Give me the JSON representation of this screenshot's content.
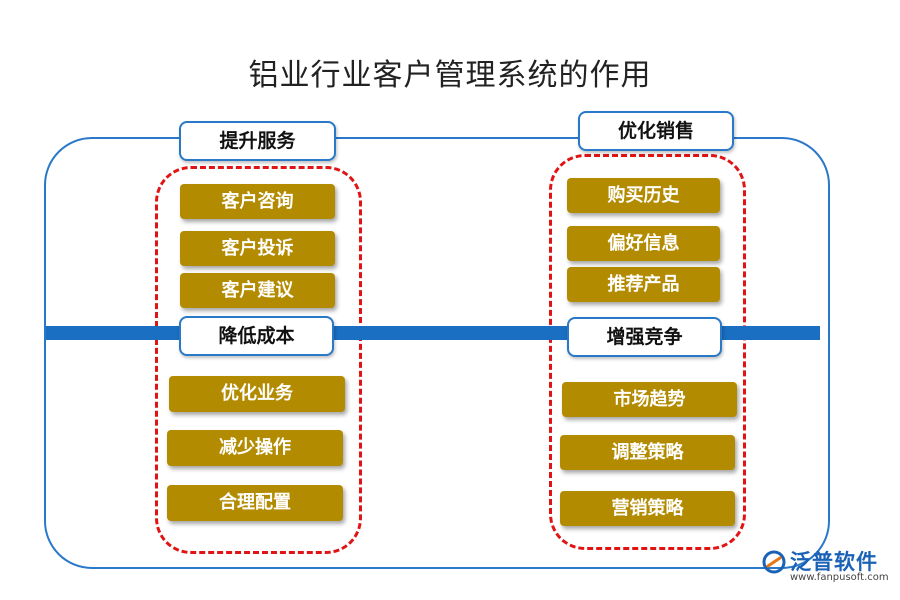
{
  "title": "铝业行业客户管理系统的作用",
  "sections": {
    "top_left": {
      "label": "提升服务",
      "items": [
        "客户咨询",
        "客户投诉",
        "客户建议"
      ]
    },
    "bottom_left": {
      "label": "降低成本",
      "items": [
        "优化业务",
        "减少操作",
        "合理配置"
      ]
    },
    "top_right": {
      "label": "优化销售",
      "items": [
        "购买历史",
        "偏好信息",
        "推荐产品"
      ]
    },
    "bottom_right": {
      "label": "增强竞争",
      "items": [
        "市场趋势",
        "调整策略",
        "营销策略"
      ]
    }
  },
  "logo": {
    "name": "泛普软件",
    "url": "www.fanpusoft.com"
  },
  "colors": {
    "blue": "#1a6fc2",
    "gold": "#b38b00",
    "red_dash": "#e01414"
  }
}
